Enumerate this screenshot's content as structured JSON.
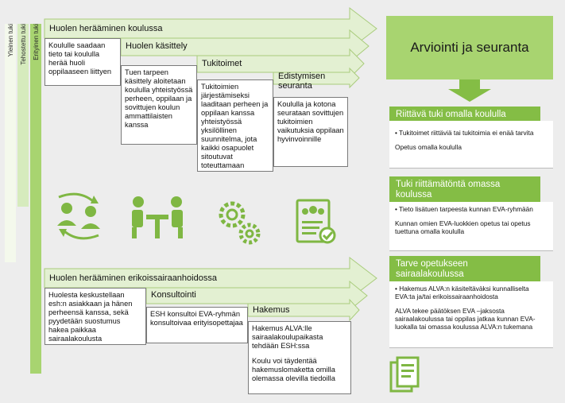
{
  "levels": {
    "general": "Yleinen tuki",
    "intensified": "Tehostettu tuki",
    "special": "Erityinen tuki"
  },
  "school_track": {
    "step1": {
      "title": "Huolen herääminen koulussa",
      "text": "Koululle saadaan tieto tai koululla herää huoli oppilaaseen liittyen"
    },
    "step2": {
      "title": "Huolen käsittely",
      "text": "Tuen tarpeen käsittely aloitetaan koululla yhteistyössä perheen, oppilaan ja sovittujen koulun ammattilaisten kanssa"
    },
    "step3": {
      "title": "Tukitoimet",
      "text": "Tukitoimien järjestämiseksi laaditaan perheen ja oppilaan kanssa yhteistyössä yksilöllinen suunnitelma, jota kaikki osapuolet sitoutuvat toteuttamaan"
    },
    "step4": {
      "title": "Edistymisen seuranta",
      "text": "Koululla ja kotona seurataan sovittujen tukitoimien vaikutuksia oppilaan hyvinvoinnille"
    }
  },
  "hospital_track": {
    "step1": {
      "title": "Huolen herääminen erikoissairaanhoidossa",
      "text": "Huolesta keskustellaan esh:n asiakkaan ja hänen perheensä kanssa, sekä pyydetään suostumus hakea paikkaa sairaalakoulusta"
    },
    "step2": {
      "title": "Konsultointi",
      "text": "ESH konsultoi EVA-ryhmän konsultoivaa erityisopettajaa"
    },
    "step3": {
      "title": "Hakemus",
      "text1": "Hakemus ALVA:lle sairaalakoulupaikasta tehdään ESH:ssa",
      "text2": "Koulu voi täydentää hakemuslomaketta omilla olemassa olevilla tiedoilla"
    }
  },
  "evaluation": {
    "title": "Arviointi ja seuranta"
  },
  "outcomes": [
    {
      "title": "Riittävä tuki omalla koululla",
      "lines": [
        "• Tukitoimet riittäviä tai tukitoimia ei enää tarvita",
        "Opetus omalla koululla"
      ]
    },
    {
      "title": "Tuki riittämätöntä omassa koulussa",
      "lines": [
        "• Tieto lisätuen tarpeesta kunnan EVA-ryhmään",
        "Kunnan omien EVA-luokkien opetus tai opetus tuettuna omalla koululla"
      ]
    },
    {
      "title": "Tarve opetukseen sairaalakoulussa",
      "lines": [
        "• Hakemus ALVA:n käsiteltäväksi kunnalliselta EVA:ta ja/tai erikoissairaanhoidosta",
        "ALVA tekee päätöksen EVA –jaksosta sairaalakoulussa tai oppilas jatkaa kunnan EVA-luokalla tai omassa koulussa ALVA:n tukemana"
      ]
    }
  ],
  "colors": {
    "green_dark": "#84bd45",
    "green_light": "#e3f0d2",
    "green_mid": "#a8d470",
    "icon": "#7fb743"
  },
  "icons": [
    "cycle-people-icon",
    "meeting-icon",
    "gears-icon",
    "document-people-icon",
    "documents-icon"
  ]
}
